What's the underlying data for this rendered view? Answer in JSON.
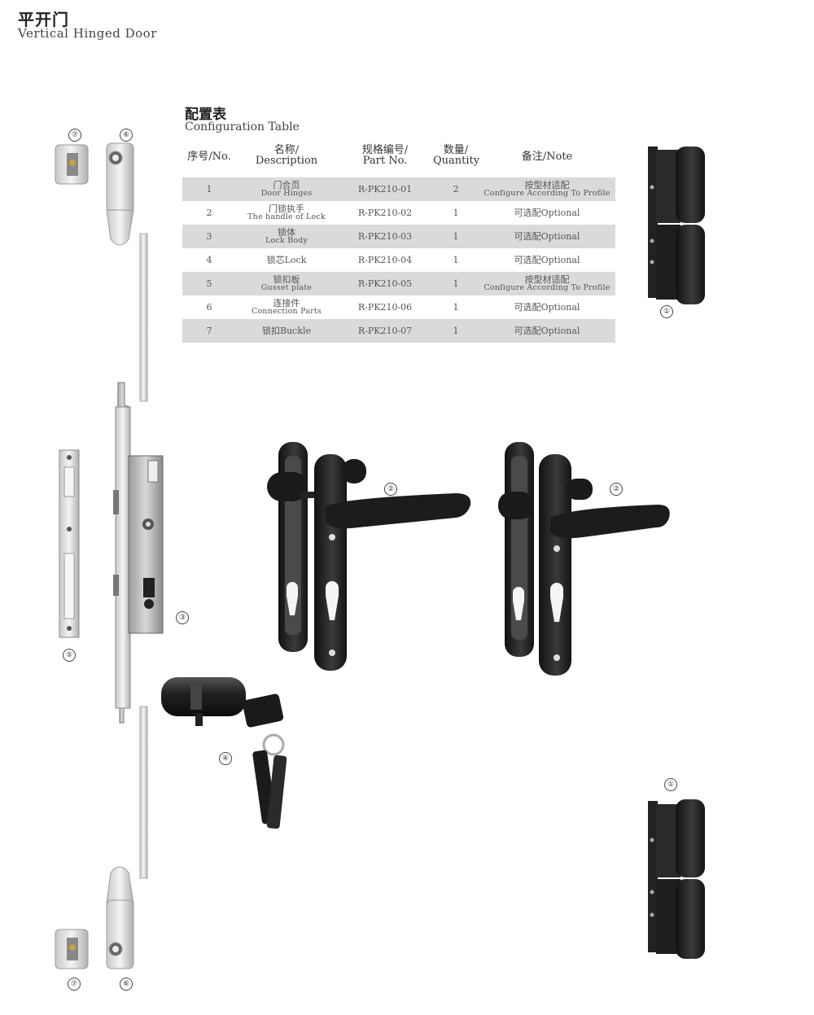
{
  "header": {
    "title_cn": "平开门",
    "title_en": "Vertical Hinged Door"
  },
  "config": {
    "title_cn": "配置表",
    "title_en": "Configuration Table",
    "headers": [
      {
        "cn": "序号/No.",
        "en": ""
      },
      {
        "cn": "名称/",
        "en": "Description"
      },
      {
        "cn": "规格编号/",
        "en": "Part No."
      },
      {
        "cn": "数量/",
        "en": "Quantity"
      },
      {
        "cn": "备注/Note",
        "en": ""
      }
    ],
    "rows": [
      {
        "no": "1",
        "desc_cn": "门合页",
        "desc_en": "Door Hinges",
        "part": "R-PK210-01",
        "qty": "2",
        "note_cn": "按型材适配",
        "note_en": "Configure According To Profile"
      },
      {
        "no": "2",
        "desc_cn": "门锁执手",
        "desc_en": "The handle of Lock",
        "part": "R-PK210-02",
        "qty": "1",
        "note_cn": "可选配Optional",
        "note_en": ""
      },
      {
        "no": "3",
        "desc_cn": "锁体",
        "desc_en": "Lock Body",
        "part": "R-PK210-03",
        "qty": "1",
        "note_cn": "可选配Optional",
        "note_en": ""
      },
      {
        "no": "4",
        "desc_cn": "锁芯Lock",
        "desc_en": "",
        "part": "R-PK210-04",
        "qty": "1",
        "note_cn": "可选配Optional",
        "note_en": ""
      },
      {
        "no": "5",
        "desc_cn": "锁扣板",
        "desc_en": "Gusset plate",
        "part": "R-PK210-05",
        "qty": "1",
        "note_cn": "按型材适配",
        "note_en": "Configure According To Profile"
      },
      {
        "no": "6",
        "desc_cn": "连接件",
        "desc_en": "Connection Parts",
        "part": "R-PK210-06",
        "qty": "1",
        "note_cn": "可选配Optional",
        "note_en": ""
      },
      {
        "no": "7",
        "desc_cn": "锁扣Buckle",
        "desc_en": "",
        "part": "R-PK210-07",
        "qty": "1",
        "note_cn": "可选配Optional",
        "note_en": ""
      }
    ]
  },
  "callouts": {
    "n1": "①",
    "n2": "②",
    "n3": "③",
    "n4": "④",
    "n5": "⑤",
    "n6": "⑥",
    "n7": "⑦"
  }
}
